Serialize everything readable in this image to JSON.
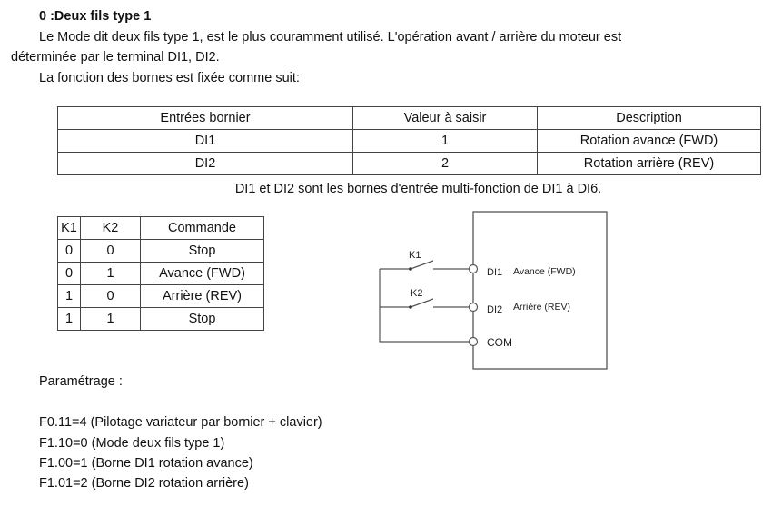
{
  "title": "0 :Deux fils type 1",
  "para": {
    "line1": "Le Mode dit deux fils type 1, est le plus couramment utilisé. L'opération avant / arrière du  moteur est",
    "line2": "déterminée par le terminal DI1, DI2.",
    "line3": "La fonction des bornes est fixée comme suit:"
  },
  "table1": {
    "headers": [
      "Entrées bornier",
      "Valeur à saisir",
      "Description"
    ],
    "rows": [
      [
        "DI1",
        "1",
        "Rotation avance (FWD)"
      ],
      [
        "DI2",
        "2",
        "Rotation arrière (REV)"
      ]
    ],
    "caption": "DI1 et DI2 sont les bornes d'entrée multi-fonction de DI1 à DI6."
  },
  "table2": {
    "headers": [
      "K1",
      "K2",
      "Commande"
    ],
    "rows": [
      [
        "0",
        "0",
        "Stop"
      ],
      [
        "0",
        "1",
        "Avance (FWD)"
      ],
      [
        "1",
        "0",
        "Arrière (REV)"
      ],
      [
        "1",
        "1",
        "Stop"
      ]
    ]
  },
  "diagram": {
    "k1": "K1",
    "k2": "K2",
    "di1": "DI1",
    "di1_desc": "Avance (FWD)",
    "di2": "DI2",
    "di2_desc": "Arrière (REV)",
    "com": "COM"
  },
  "settings": {
    "label": "Paramétrage :",
    "lines": [
      "F0.11=4 (Pilotage variateur par bornier + clavier)",
      "F1.10=0 (Mode deux fils type 1)",
      "F1.00=1 (Borne DI1 rotation avance)",
      "F1.01=2 (Borne DI2 rotation arrière)"
    ]
  }
}
